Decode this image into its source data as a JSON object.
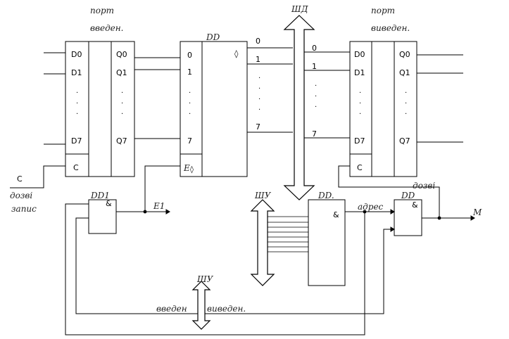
{
  "in_port": {
    "title_line1": "порт",
    "title_line2": "введен.",
    "pins_left": [
      "D0",
      "D1",
      "D7",
      "C"
    ],
    "pins_right": [
      "Q0",
      "Q1",
      "Q7"
    ]
  },
  "out_port": {
    "title_line1": "порт",
    "title_line2": "виведен.",
    "pins_left": [
      "D0",
      "D1",
      "D7",
      "C"
    ],
    "pins_right": [
      "Q0",
      "Q1",
      "Q7"
    ]
  },
  "buffer": {
    "label": "DD",
    "pins": [
      "0",
      "1",
      "7"
    ],
    "enable": "E",
    "bus_bits": [
      "0",
      "1",
      "7"
    ]
  },
  "out_port_bits": [
    "0",
    "1",
    "7"
  ],
  "and_symbol": "&",
  "gates": {
    "dd1": "DD1",
    "dd_decoder": "DD.",
    "dd_right": "DD",
    "dd_right_output": "M"
  },
  "signals": {
    "clock_letter": "C",
    "strobe_in_line1": "дозві",
    "strobe_in_line2": "запис",
    "e1": "E1",
    "strobe_out": "дозві",
    "address_decoded": "адрес",
    "read": "введен",
    "write": "виведен."
  },
  "buses": {
    "data": "ШД",
    "address": "ШУ",
    "control": "ШУ"
  }
}
